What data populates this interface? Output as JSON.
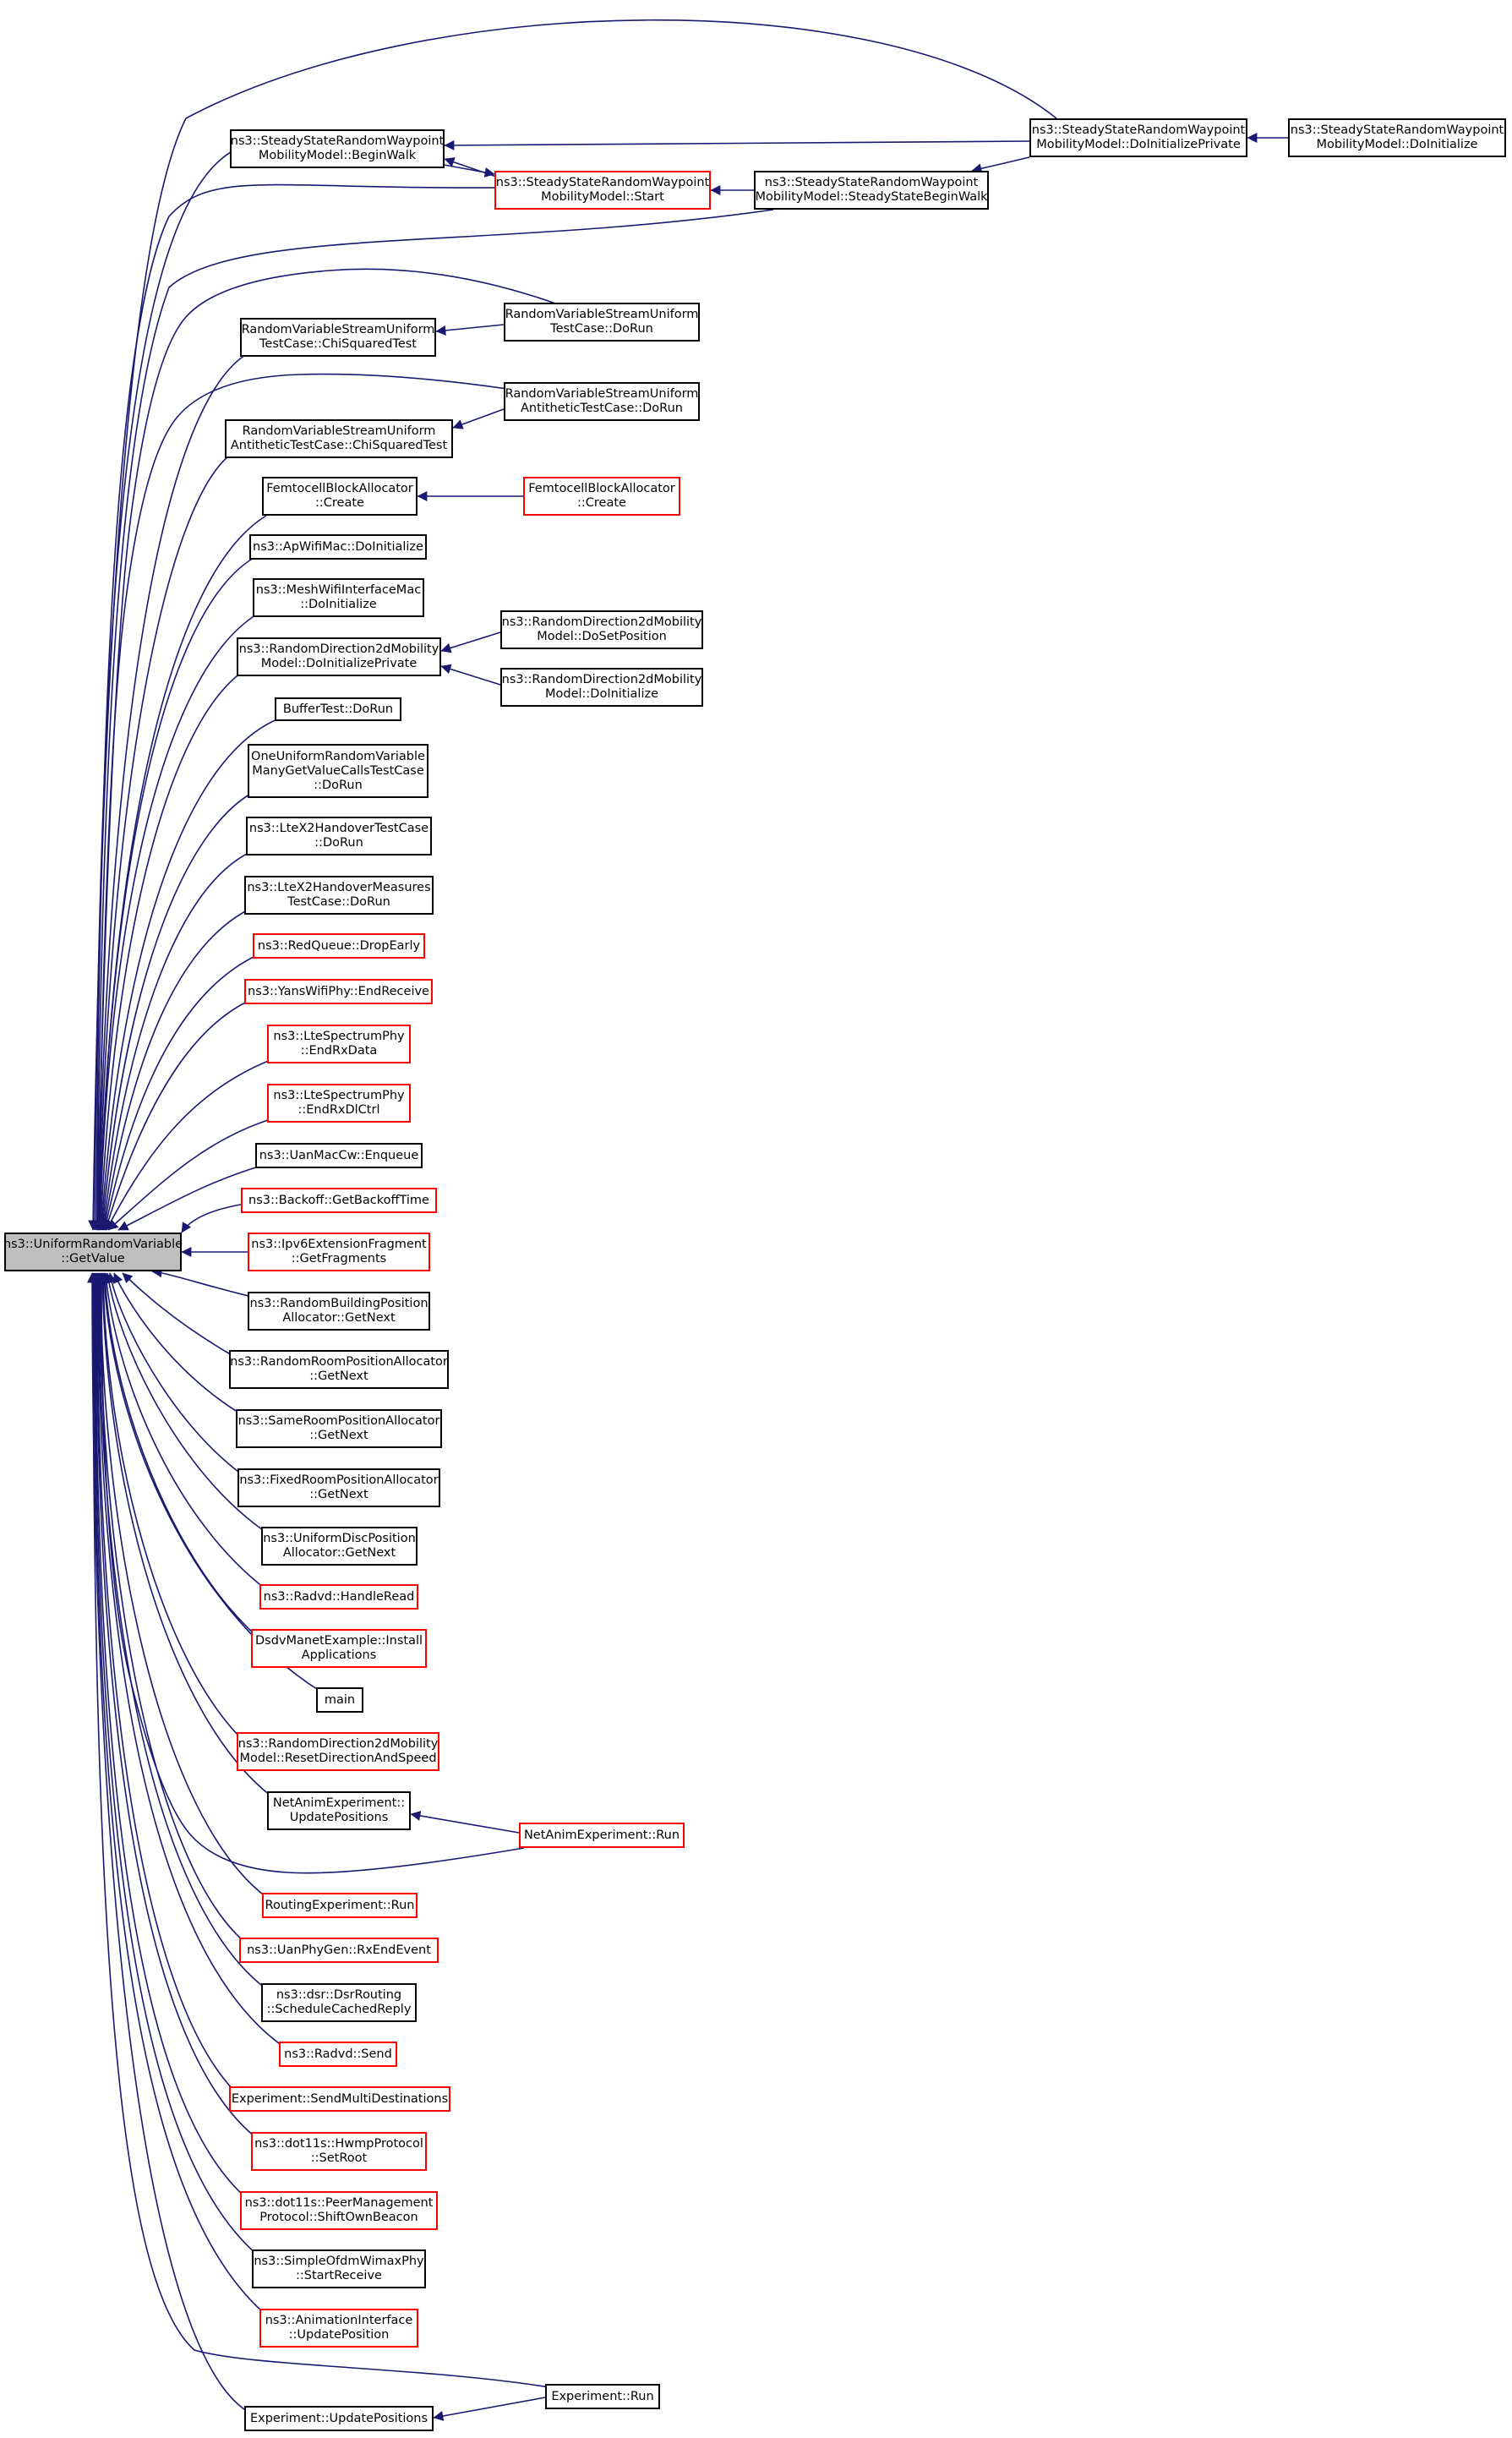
{
  "graph": {
    "edge_color": "#191970",
    "node_border_color": "#000000",
    "truncated_node_border_color": "#ff0000",
    "focus_node_fill": "#bfbfbf",
    "focus": "n0",
    "nodes": [
      {
        "id": "n0",
        "lines": [
          "ns3::UniformRandomVariable",
          "::GetValue"
        ],
        "focus": true
      },
      {
        "id": "n1",
        "lines": [
          "ns3::SteadyStateRandomWaypoint",
          "MobilityModel::BeginWalk"
        ],
        "red": false
      },
      {
        "id": "n2",
        "lines": [
          "ns3::SteadyStateRandomWaypoint",
          "MobilityModel::Start"
        ],
        "red": true
      },
      {
        "id": "n3",
        "lines": [
          "ns3::SteadyStateRandomWaypoint",
          "MobilityModel::SteadyStateBeginWalk"
        ],
        "red": false
      },
      {
        "id": "n4",
        "lines": [
          "ns3::SteadyStateRandomWaypoint",
          "MobilityModel::DoInitializePrivate"
        ],
        "red": false
      },
      {
        "id": "n5",
        "lines": [
          "ns3::SteadyStateRandomWaypoint",
          "MobilityModel::DoInitialize"
        ],
        "red": false
      },
      {
        "id": "n6",
        "lines": [
          "RandomVariableStreamUniform",
          "TestCase::ChiSquaredTest"
        ],
        "red": false
      },
      {
        "id": "n7",
        "lines": [
          "RandomVariableStreamUniform",
          "TestCase::DoRun"
        ],
        "red": false
      },
      {
        "id": "n8",
        "lines": [
          "RandomVariableStreamUniform",
          "AntitheticTestCase::ChiSquaredTest"
        ],
        "red": false
      },
      {
        "id": "n9",
        "lines": [
          "RandomVariableStreamUniform",
          "AntitheticTestCase::DoRun"
        ],
        "red": false
      },
      {
        "id": "n10",
        "lines": [
          "FemtocellBlockAllocator",
          "::Create"
        ],
        "red": false
      },
      {
        "id": "n11",
        "lines": [
          "FemtocellBlockAllocator",
          "::Create"
        ],
        "red": true
      },
      {
        "id": "n12",
        "lines": [
          "ns3::ApWifiMac::DoInitialize"
        ],
        "red": false
      },
      {
        "id": "n13",
        "lines": [
          "ns3::MeshWifiInterfaceMac",
          "::DoInitialize"
        ],
        "red": false
      },
      {
        "id": "n14",
        "lines": [
          "ns3::RandomDirection2dMobility",
          "Model::DoInitializePrivate"
        ],
        "red": false
      },
      {
        "id": "n15",
        "lines": [
          "ns3::RandomDirection2dMobility",
          "Model::DoSetPosition"
        ],
        "red": false
      },
      {
        "id": "n16",
        "lines": [
          "ns3::RandomDirection2dMobility",
          "Model::DoInitialize"
        ],
        "red": false
      },
      {
        "id": "n17",
        "lines": [
          "BufferTest::DoRun"
        ],
        "red": false
      },
      {
        "id": "n18",
        "lines": [
          "OneUniformRandomVariable",
          "ManyGetValueCallsTestCase",
          "::DoRun"
        ],
        "red": false
      },
      {
        "id": "n19",
        "lines": [
          "ns3::LteX2HandoverTestCase",
          "::DoRun"
        ],
        "red": false
      },
      {
        "id": "n20",
        "lines": [
          "ns3::LteX2HandoverMeasures",
          "TestCase::DoRun"
        ],
        "red": false
      },
      {
        "id": "n21",
        "lines": [
          "ns3::RedQueue::DropEarly"
        ],
        "red": true
      },
      {
        "id": "n22",
        "lines": [
          "ns3::YansWifiPhy::EndReceive"
        ],
        "red": true
      },
      {
        "id": "n23",
        "lines": [
          "ns3::LteSpectrumPhy",
          "::EndRxData"
        ],
        "red": true
      },
      {
        "id": "n24",
        "lines": [
          "ns3::LteSpectrumPhy",
          "::EndRxDlCtrl"
        ],
        "red": true
      },
      {
        "id": "n25",
        "lines": [
          "ns3::UanMacCw::Enqueue"
        ],
        "red": false
      },
      {
        "id": "n26",
        "lines": [
          "ns3::Backoff::GetBackoffTime"
        ],
        "red": true
      },
      {
        "id": "n27",
        "lines": [
          "ns3::Ipv6ExtensionFragment",
          "::GetFragments"
        ],
        "red": true
      },
      {
        "id": "n28",
        "lines": [
          "ns3::RandomBuildingPosition",
          "Allocator::GetNext"
        ],
        "red": false
      },
      {
        "id": "n29",
        "lines": [
          "ns3::RandomRoomPositionAllocator",
          "::GetNext"
        ],
        "red": false
      },
      {
        "id": "n30",
        "lines": [
          "ns3::SameRoomPositionAllocator",
          "::GetNext"
        ],
        "red": false
      },
      {
        "id": "n31",
        "lines": [
          "ns3::FixedRoomPositionAllocator",
          "::GetNext"
        ],
        "red": false
      },
      {
        "id": "n32",
        "lines": [
          "ns3::UniformDiscPosition",
          "Allocator::GetNext"
        ],
        "red": false
      },
      {
        "id": "n33",
        "lines": [
          "ns3::Radvd::HandleRead"
        ],
        "red": true
      },
      {
        "id": "n34",
        "lines": [
          "DsdvManetExample::Install",
          "Applications"
        ],
        "red": true
      },
      {
        "id": "n35",
        "lines": [
          "main"
        ],
        "red": false
      },
      {
        "id": "n36",
        "lines": [
          "ns3::RandomDirection2dMobility",
          "Model::ResetDirectionAndSpeed"
        ],
        "red": true
      },
      {
        "id": "n37",
        "lines": [
          "NetAnimExperiment::",
          "UpdatePositions"
        ],
        "red": false
      },
      {
        "id": "n38",
        "lines": [
          "NetAnimExperiment::Run"
        ],
        "red": true
      },
      {
        "id": "n39",
        "lines": [
          "RoutingExperiment::Run"
        ],
        "red": true
      },
      {
        "id": "n40",
        "lines": [
          "ns3::UanPhyGen::RxEndEvent"
        ],
        "red": true
      },
      {
        "id": "n41",
        "lines": [
          "ns3::dsr::DsrRouting",
          "::ScheduleCachedReply"
        ],
        "red": false
      },
      {
        "id": "n42",
        "lines": [
          "ns3::Radvd::Send"
        ],
        "red": true
      },
      {
        "id": "n43",
        "lines": [
          "Experiment::SendMultiDestinations"
        ],
        "red": true
      },
      {
        "id": "n44",
        "lines": [
          "ns3::dot11s::HwmpProtocol",
          "::SetRoot"
        ],
        "red": true
      },
      {
        "id": "n45",
        "lines": [
          "ns3::dot11s::PeerManagement",
          "Protocol::ShiftOwnBeacon"
        ],
        "red": true
      },
      {
        "id": "n46",
        "lines": [
          "ns3::SimpleOfdmWimaxPhy",
          "::StartReceive"
        ],
        "red": false
      },
      {
        "id": "n47",
        "lines": [
          "ns3::AnimationInterface",
          "::UpdatePosition"
        ],
        "red": true
      },
      {
        "id": "n48",
        "lines": [
          "Experiment::Run"
        ],
        "red": false
      },
      {
        "id": "n49",
        "lines": [
          "Experiment::UpdatePositions"
        ],
        "red": false
      }
    ],
    "edges": [
      [
        "n1",
        "n0"
      ],
      [
        "n2",
        "n0"
      ],
      [
        "n3",
        "n0"
      ],
      [
        "n4",
        "n0"
      ],
      [
        "n6",
        "n0"
      ],
      [
        "n7",
        "n0"
      ],
      [
        "n8",
        "n0"
      ],
      [
        "n9",
        "n0"
      ],
      [
        "n10",
        "n0"
      ],
      [
        "n12",
        "n0"
      ],
      [
        "n13",
        "n0"
      ],
      [
        "n14",
        "n0"
      ],
      [
        "n17",
        "n0"
      ],
      [
        "n18",
        "n0"
      ],
      [
        "n19",
        "n0"
      ],
      [
        "n20",
        "n0"
      ],
      [
        "n21",
        "n0"
      ],
      [
        "n22",
        "n0"
      ],
      [
        "n23",
        "n0"
      ],
      [
        "n24",
        "n0"
      ],
      [
        "n25",
        "n0"
      ],
      [
        "n26",
        "n0"
      ],
      [
        "n27",
        "n0"
      ],
      [
        "n28",
        "n0"
      ],
      [
        "n29",
        "n0"
      ],
      [
        "n30",
        "n0"
      ],
      [
        "n31",
        "n0"
      ],
      [
        "n32",
        "n0"
      ],
      [
        "n33",
        "n0"
      ],
      [
        "n34",
        "n0"
      ],
      [
        "n35",
        "n0"
      ],
      [
        "n36",
        "n0"
      ],
      [
        "n37",
        "n0"
      ],
      [
        "n38",
        "n0"
      ],
      [
        "n39",
        "n0"
      ],
      [
        "n40",
        "n0"
      ],
      [
        "n41",
        "n0"
      ],
      [
        "n42",
        "n0"
      ],
      [
        "n43",
        "n0"
      ],
      [
        "n44",
        "n0"
      ],
      [
        "n45",
        "n0"
      ],
      [
        "n46",
        "n0"
      ],
      [
        "n47",
        "n0"
      ],
      [
        "n48",
        "n0"
      ],
      [
        "n49",
        "n0"
      ],
      [
        "n2",
        "n1"
      ],
      [
        "n4",
        "n1"
      ],
      [
        "n1",
        "n2"
      ],
      [
        "n3",
        "n2"
      ],
      [
        "n4",
        "n3"
      ],
      [
        "n5",
        "n4"
      ],
      [
        "n7",
        "n6"
      ],
      [
        "n9",
        "n8"
      ],
      [
        "n11",
        "n10"
      ],
      [
        "n15",
        "n14"
      ],
      [
        "n16",
        "n14"
      ],
      [
        "n38",
        "n37"
      ],
      [
        "n48",
        "n49"
      ]
    ]
  }
}
